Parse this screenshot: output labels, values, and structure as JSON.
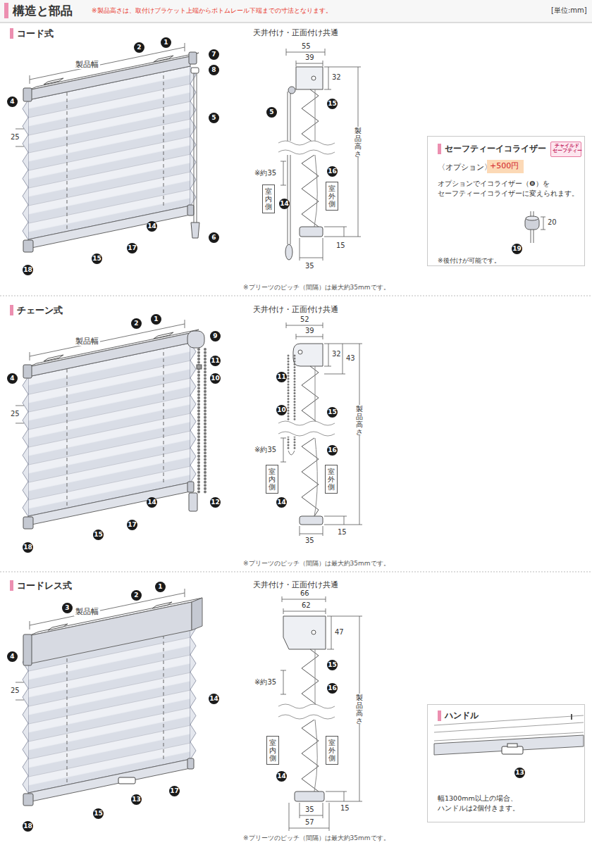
{
  "diagram": {
    "title": "構造と部品",
    "nodes": [
      {
        "text": [
          "セーフティーイコライザー",
          "〈オプション〉",
          "オプションでイコライザー（❽）を セーフティーイコライザーに変えられます。",
          "※後付けが可能です。"
        ]
      },
      {
        "text": [
          "チャイルド セーフティー"
        ],
        "in": 0
      },
      {
        "text": [
          "+500円"
        ],
        "in": 0
      },
      {
        "text": [
          "室内側"
        ]
      },
      {
        "text": [
          "室外側"
        ]
      },
      {
        "text": [
          "室内側"
        ]
      },
      {
        "text": [
          "室外側"
        ]
      },
      {
        "text": [
          "室内側"
        ]
      },
      {
        "text": [
          "室外側"
        ]
      },
      {
        "text": [
          "ハンドル",
          "幅1300mm以上の場合、 ハンドルは2個付きます。"
        ]
      }
    ],
    "labels": [
      "※製品高さは、取付けブラケット上端からボトムレール下端までの寸法となります。",
      "[単位:mm]",
      "コード式",
      "製品幅",
      "1",
      "2",
      "7",
      "8",
      "4",
      "5",
      "25",
      "14",
      "6",
      "15",
      "17",
      "18",
      "天井付け・正面付け共通",
      "55",
      "39",
      "32",
      "5",
      "15",
      "製品高さ",
      "※約35",
      "16",
      "14",
      "15",
      "35",
      "※プリーツのピッチ（間隔）は最大約35mmです。",
      "20",
      "19",
      "チェーン式",
      "製品幅",
      "1",
      "2",
      "9",
      "11",
      "10",
      "4",
      "25",
      "12",
      "14",
      "15",
      "17",
      "18",
      "天井付け・正面付け共通",
      "52",
      "39",
      "32",
      "43",
      "11",
      "10",
      "15",
      "製品高さ",
      "※約35",
      "16",
      "14",
      "15",
      "35",
      "※プリーツのピッチ（間隔）は最大約35mmです。",
      "コードレス式",
      "製品幅",
      "1",
      "2",
      "3",
      "4",
      "25",
      "14",
      "13",
      "17",
      "15",
      "18",
      "天井付け・正面付け共通",
      "66",
      "62",
      "47",
      "15",
      "※約35",
      "16",
      "製品高さ",
      "14",
      "15",
      "35",
      "57",
      "13",
      "※プリーツのピッチ（間隔）は最大約35mmです。"
    ]
  }
}
